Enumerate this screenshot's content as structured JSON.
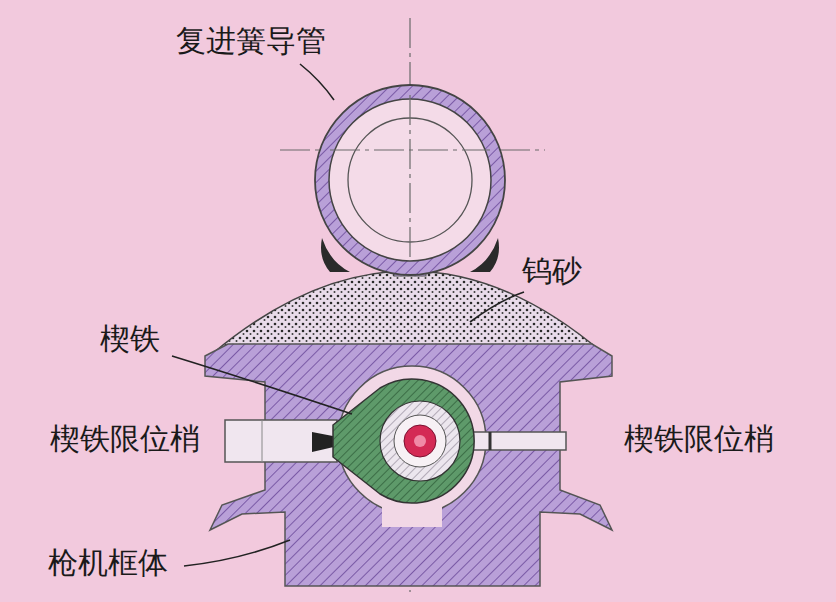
{
  "diagram": {
    "labels": [
      "复进簧导管",
      "钨砂",
      "楔铁",
      "楔铁限位梢",
      "楔铁限位梢",
      "枪机框体"
    ]
  }
}
